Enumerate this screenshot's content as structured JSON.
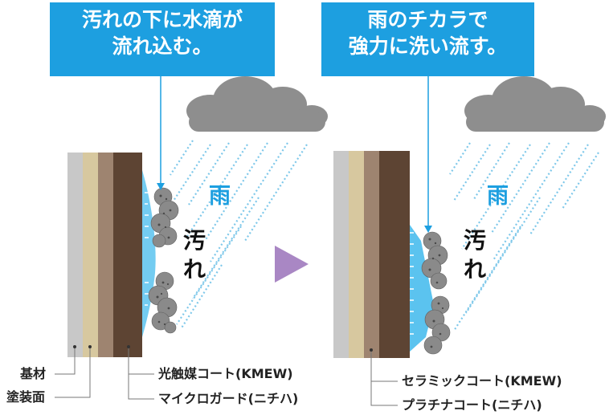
{
  "left_panel": {
    "callout_line1": "汚れの下に水滴が",
    "callout_line2": "流れ込む。",
    "rain_label": "雨",
    "dirt_char1": "汚",
    "dirt_char2": "れ",
    "labels": {
      "kizai": "基材",
      "tosomen": "塗装面",
      "photocatalyst": "光触媒コート(KMEW)",
      "micro_guard": "マイクロガード(ニチハ)"
    }
  },
  "right_panel": {
    "callout_line1": "雨のチカラで",
    "callout_line2": "強力に洗い流す。",
    "rain_label": "雨",
    "dirt_char1": "汚",
    "dirt_char2": "れ",
    "labels": {
      "ceramic": "セラミックコート(KMEW)",
      "platina": "プラチナコート(ニチハ)"
    }
  },
  "colors": {
    "callout_blue": "#1d9fe0",
    "rain_blue": "#7ec8ea",
    "water_blue": "#5bc3ef",
    "cloud_gray": "#8e8e8e",
    "arrow_purple": "#a987c4",
    "layer_light_gray": "#c8c8c8",
    "layer_beige": "#d7c89f",
    "layer_tan": "#9e8470",
    "layer_dark_brown": "#5d4433"
  }
}
